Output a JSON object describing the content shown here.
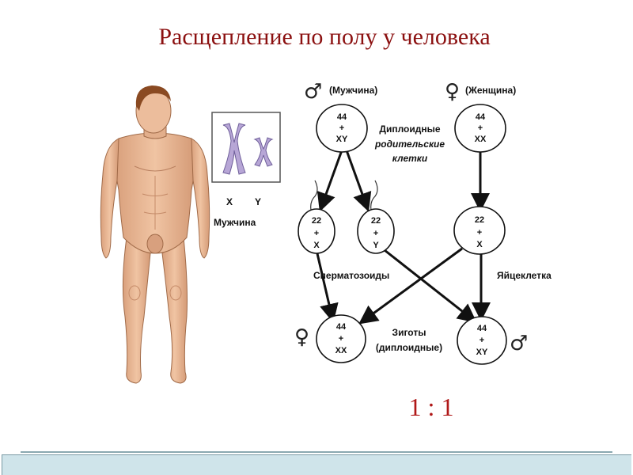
{
  "title": "Расщепление по полу у человека",
  "karyotype": {
    "x_label": "X",
    "y_label": "Y",
    "caption": "Мужчина",
    "chromosome_color": "#b7a6d6"
  },
  "parents": {
    "male_symbol": "♂",
    "male_label": "(Мужчина)",
    "female_symbol": "♀",
    "female_label": "(Женщина)",
    "male_cell": [
      "44",
      "+",
      "XY"
    ],
    "female_cell": [
      "44",
      "+",
      "XX"
    ],
    "caption_line1": "Диплоидные",
    "caption_line2": "родительские",
    "caption_line3": "клетки"
  },
  "gametes": {
    "sperm_x": [
      "22",
      "+",
      "X"
    ],
    "sperm_y": [
      "22",
      "+",
      "Y"
    ],
    "egg_x": [
      "22",
      "+",
      "X"
    ],
    "sperm_label": "Сперматозоиды",
    "egg_label": "Яйцеклетка"
  },
  "zygotes": {
    "female_symbol": "♀",
    "male_symbol": "♂",
    "female_cell": [
      "44",
      "+",
      "XX"
    ],
    "male_cell": [
      "44",
      "+",
      "XY"
    ],
    "label_line1": "Зиготы",
    "label_line2": "(диплоидные)"
  },
  "ratio": "1 : 1",
  "colors": {
    "title": "#8b1010",
    "ratio": "#b01818",
    "skin": "#e8b995",
    "hair": "#8a4a22",
    "footer": "#cfe4ea"
  }
}
